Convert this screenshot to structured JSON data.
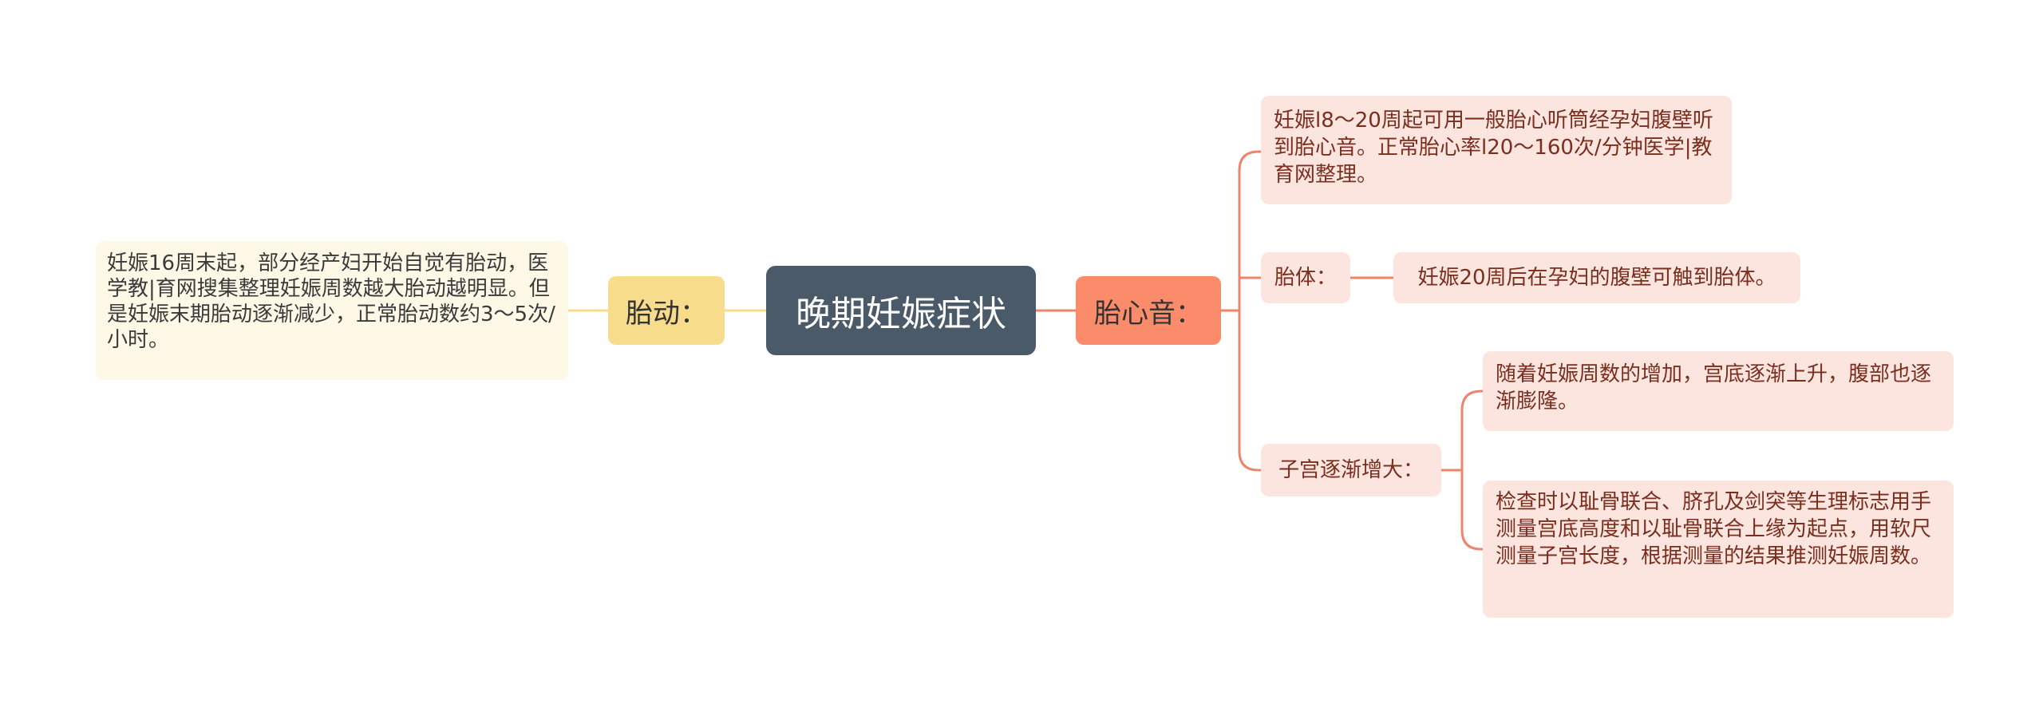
{
  "root": {
    "label": "晚期妊娠症状"
  },
  "left_branch": {
    "label": "胎动：",
    "detail": "妊娠16周末起，部分经产妇开始自觉有胎动，医学教|育网搜集整理妊娠周数越大胎动越明显。但是妊娠末期胎动逐渐减少，正常胎动数约3～5次/小时。"
  },
  "right_branch": {
    "label": "胎心音：",
    "heart_sound": "妊娠l8～20周起可用一般胎心听筒经孕妇腹壁听到胎心音。正常胎心率l20～160次/分钟医学|教育网整理。",
    "fetal_body": {
      "label": "胎体：",
      "detail": "妊娠20周后在孕妇的腹壁可触到胎体。"
    },
    "uterus": {
      "label": "子宫逐渐增大：",
      "detail_1": "随着妊娠周数的增加，宫底逐渐上升，腹部也逐渐膨隆。",
      "detail_2": "检查时以耻骨联合、脐孔及剑突等生理标志用手测量宫底高度和以耻骨联合上缘为起点，用软尺测量子宫长度，根据测量的结果推测妊娠周数。"
    }
  },
  "colors": {
    "root": "#4a5a68",
    "left_branch": "#f7dc8b",
    "left_line": "#f7dc8b",
    "right_branch": "#fb8c6b",
    "right_line": "#f0836a",
    "sub_fill": "#fde5df"
  }
}
